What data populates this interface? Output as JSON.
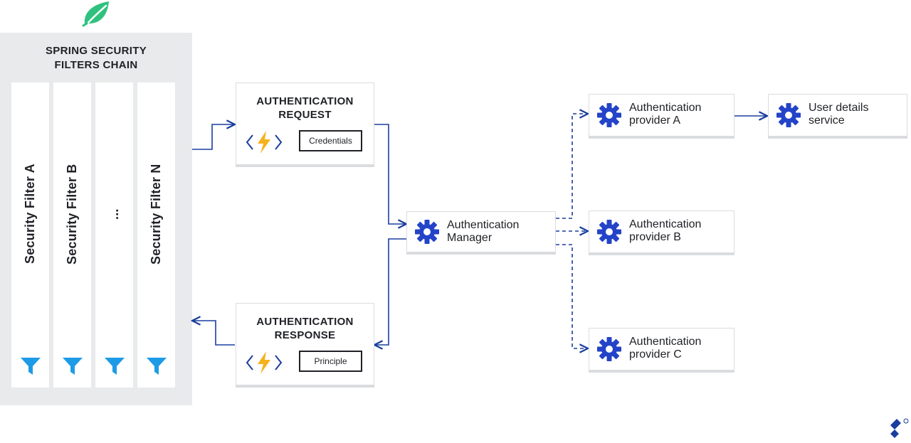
{
  "chain": {
    "title_line1": "SPRING SECURITY",
    "title_line2": "FILTERS CHAIN",
    "filters": [
      "Security Filter A",
      "Security Filter B",
      "...",
      "Security Filter N"
    ]
  },
  "request": {
    "title_line1": "AUTHENTICATION",
    "title_line2": "REQUEST",
    "tag": "Credentials"
  },
  "response": {
    "title_line1": "AUTHENTICATION",
    "title_line2": "RESPONSE",
    "tag": "Principle"
  },
  "manager": {
    "line1": "Authentication",
    "line2": "Manager"
  },
  "providers": [
    {
      "line1": "Authentication",
      "line2": "provider A"
    },
    {
      "line1": "Authentication",
      "line2": "provider B"
    },
    {
      "line1": "Authentication",
      "line2": "provider C"
    }
  ],
  "user_details": {
    "line1": "User details",
    "line2": "service"
  },
  "colors": {
    "arrow": "#1a3e9e",
    "gear": "#2343c8",
    "funnel": "#1e9be6",
    "bolt": "#f5b21c",
    "leaf": "#2ec27e",
    "panel": "#e9eaec"
  },
  "icons": [
    "spring-leaf-icon",
    "funnel-icon",
    "code-bolt-icon",
    "gear-icon",
    "toptal-logo-icon"
  ]
}
